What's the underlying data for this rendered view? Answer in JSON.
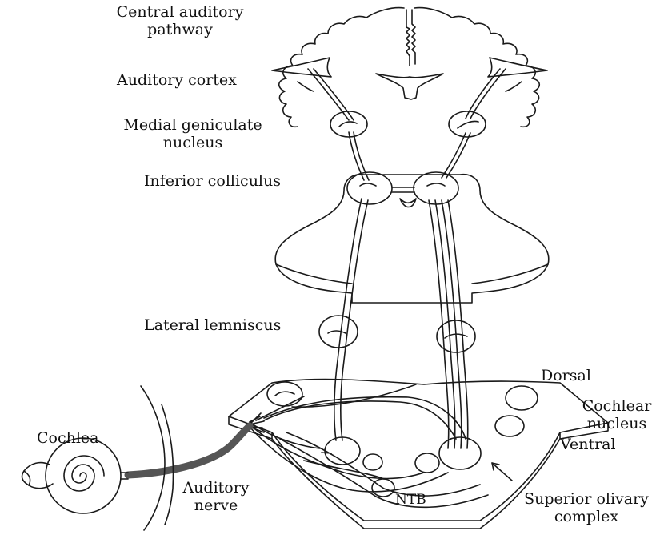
{
  "labels": {
    "central_pathway": [
      "Central auditory",
      "pathway"
    ],
    "auditory_cortex": "Auditory cortex",
    "medial_geniculate": [
      "Medial geniculate",
      "nucleus"
    ],
    "inferior_colliculus": "Inferior colliculus",
    "lateral_lemniscus": "Lateral lemniscus",
    "dorsal": "Dorsal",
    "cochlear_nucleus": [
      "Cochlear",
      "nucleus"
    ],
    "ventral": "Ventral",
    "cochlea": "Cochlea",
    "auditory_nerve": [
      "Auditory",
      "nerve"
    ],
    "ntb": "NTB",
    "superior_olivary": [
      "Superior olivary",
      "complex"
    ]
  },
  "colors": {
    "line": "#1a1a1a",
    "nerve": "#555555",
    "background": "#ffffff"
  }
}
